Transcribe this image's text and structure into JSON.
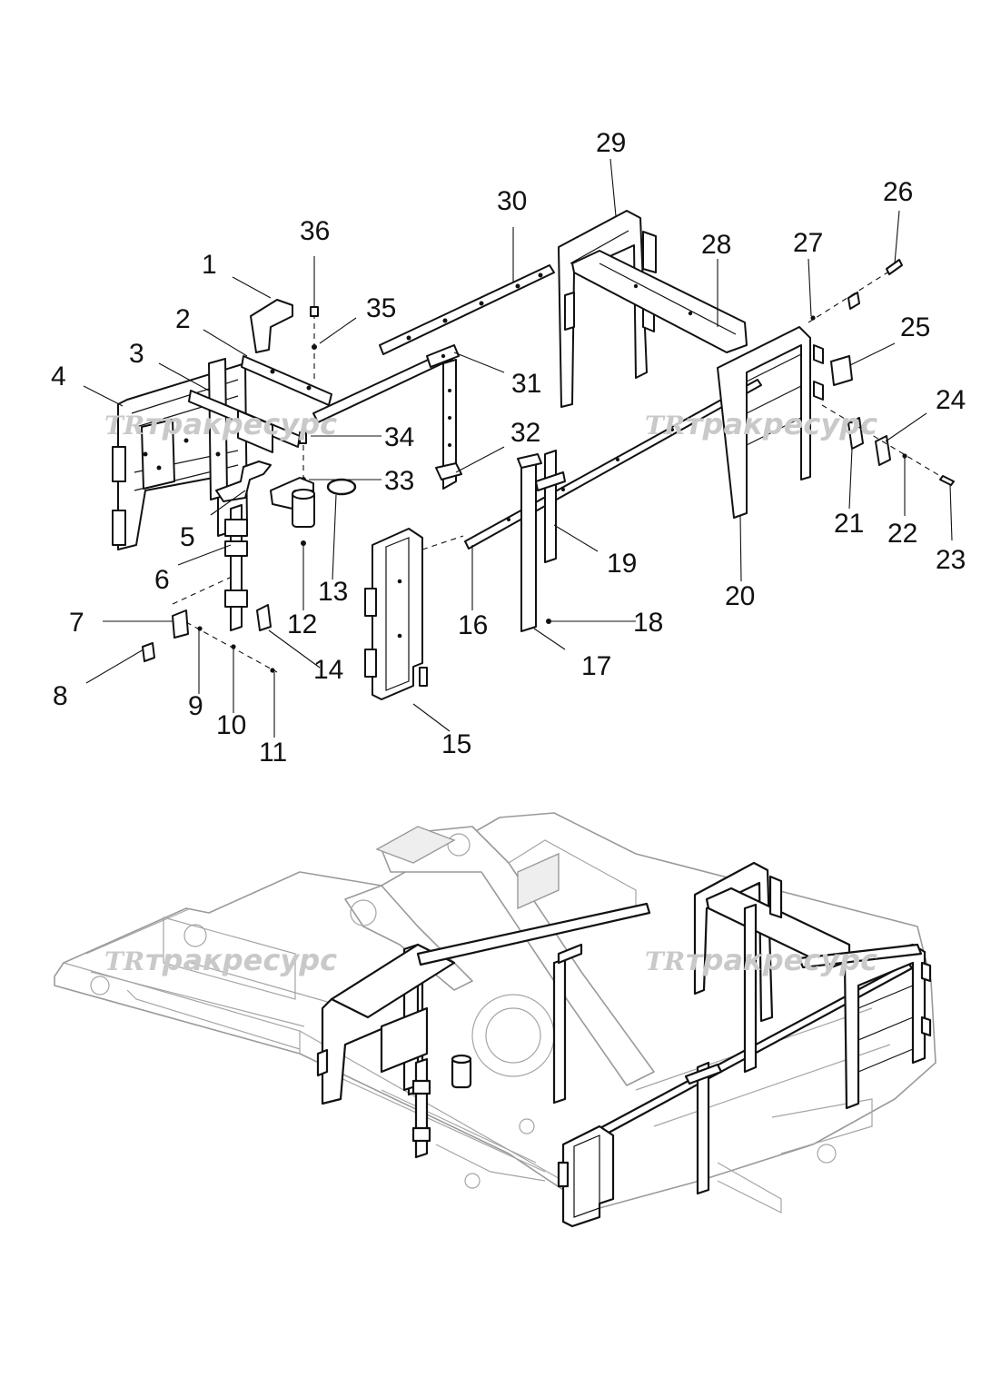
{
  "watermark": {
    "logo": "TR",
    "text": "тракресурс"
  },
  "callouts": [
    "1",
    "2",
    "3",
    "4",
    "5",
    "6",
    "7",
    "8",
    "9",
    "10",
    "11",
    "12",
    "13",
    "14",
    "15",
    "16",
    "17",
    "18",
    "19",
    "20",
    "21",
    "22",
    "23",
    "24",
    "25",
    "26",
    "27",
    "28",
    "29",
    "30",
    "31",
    "32",
    "33",
    "34",
    "35",
    "36"
  ]
}
